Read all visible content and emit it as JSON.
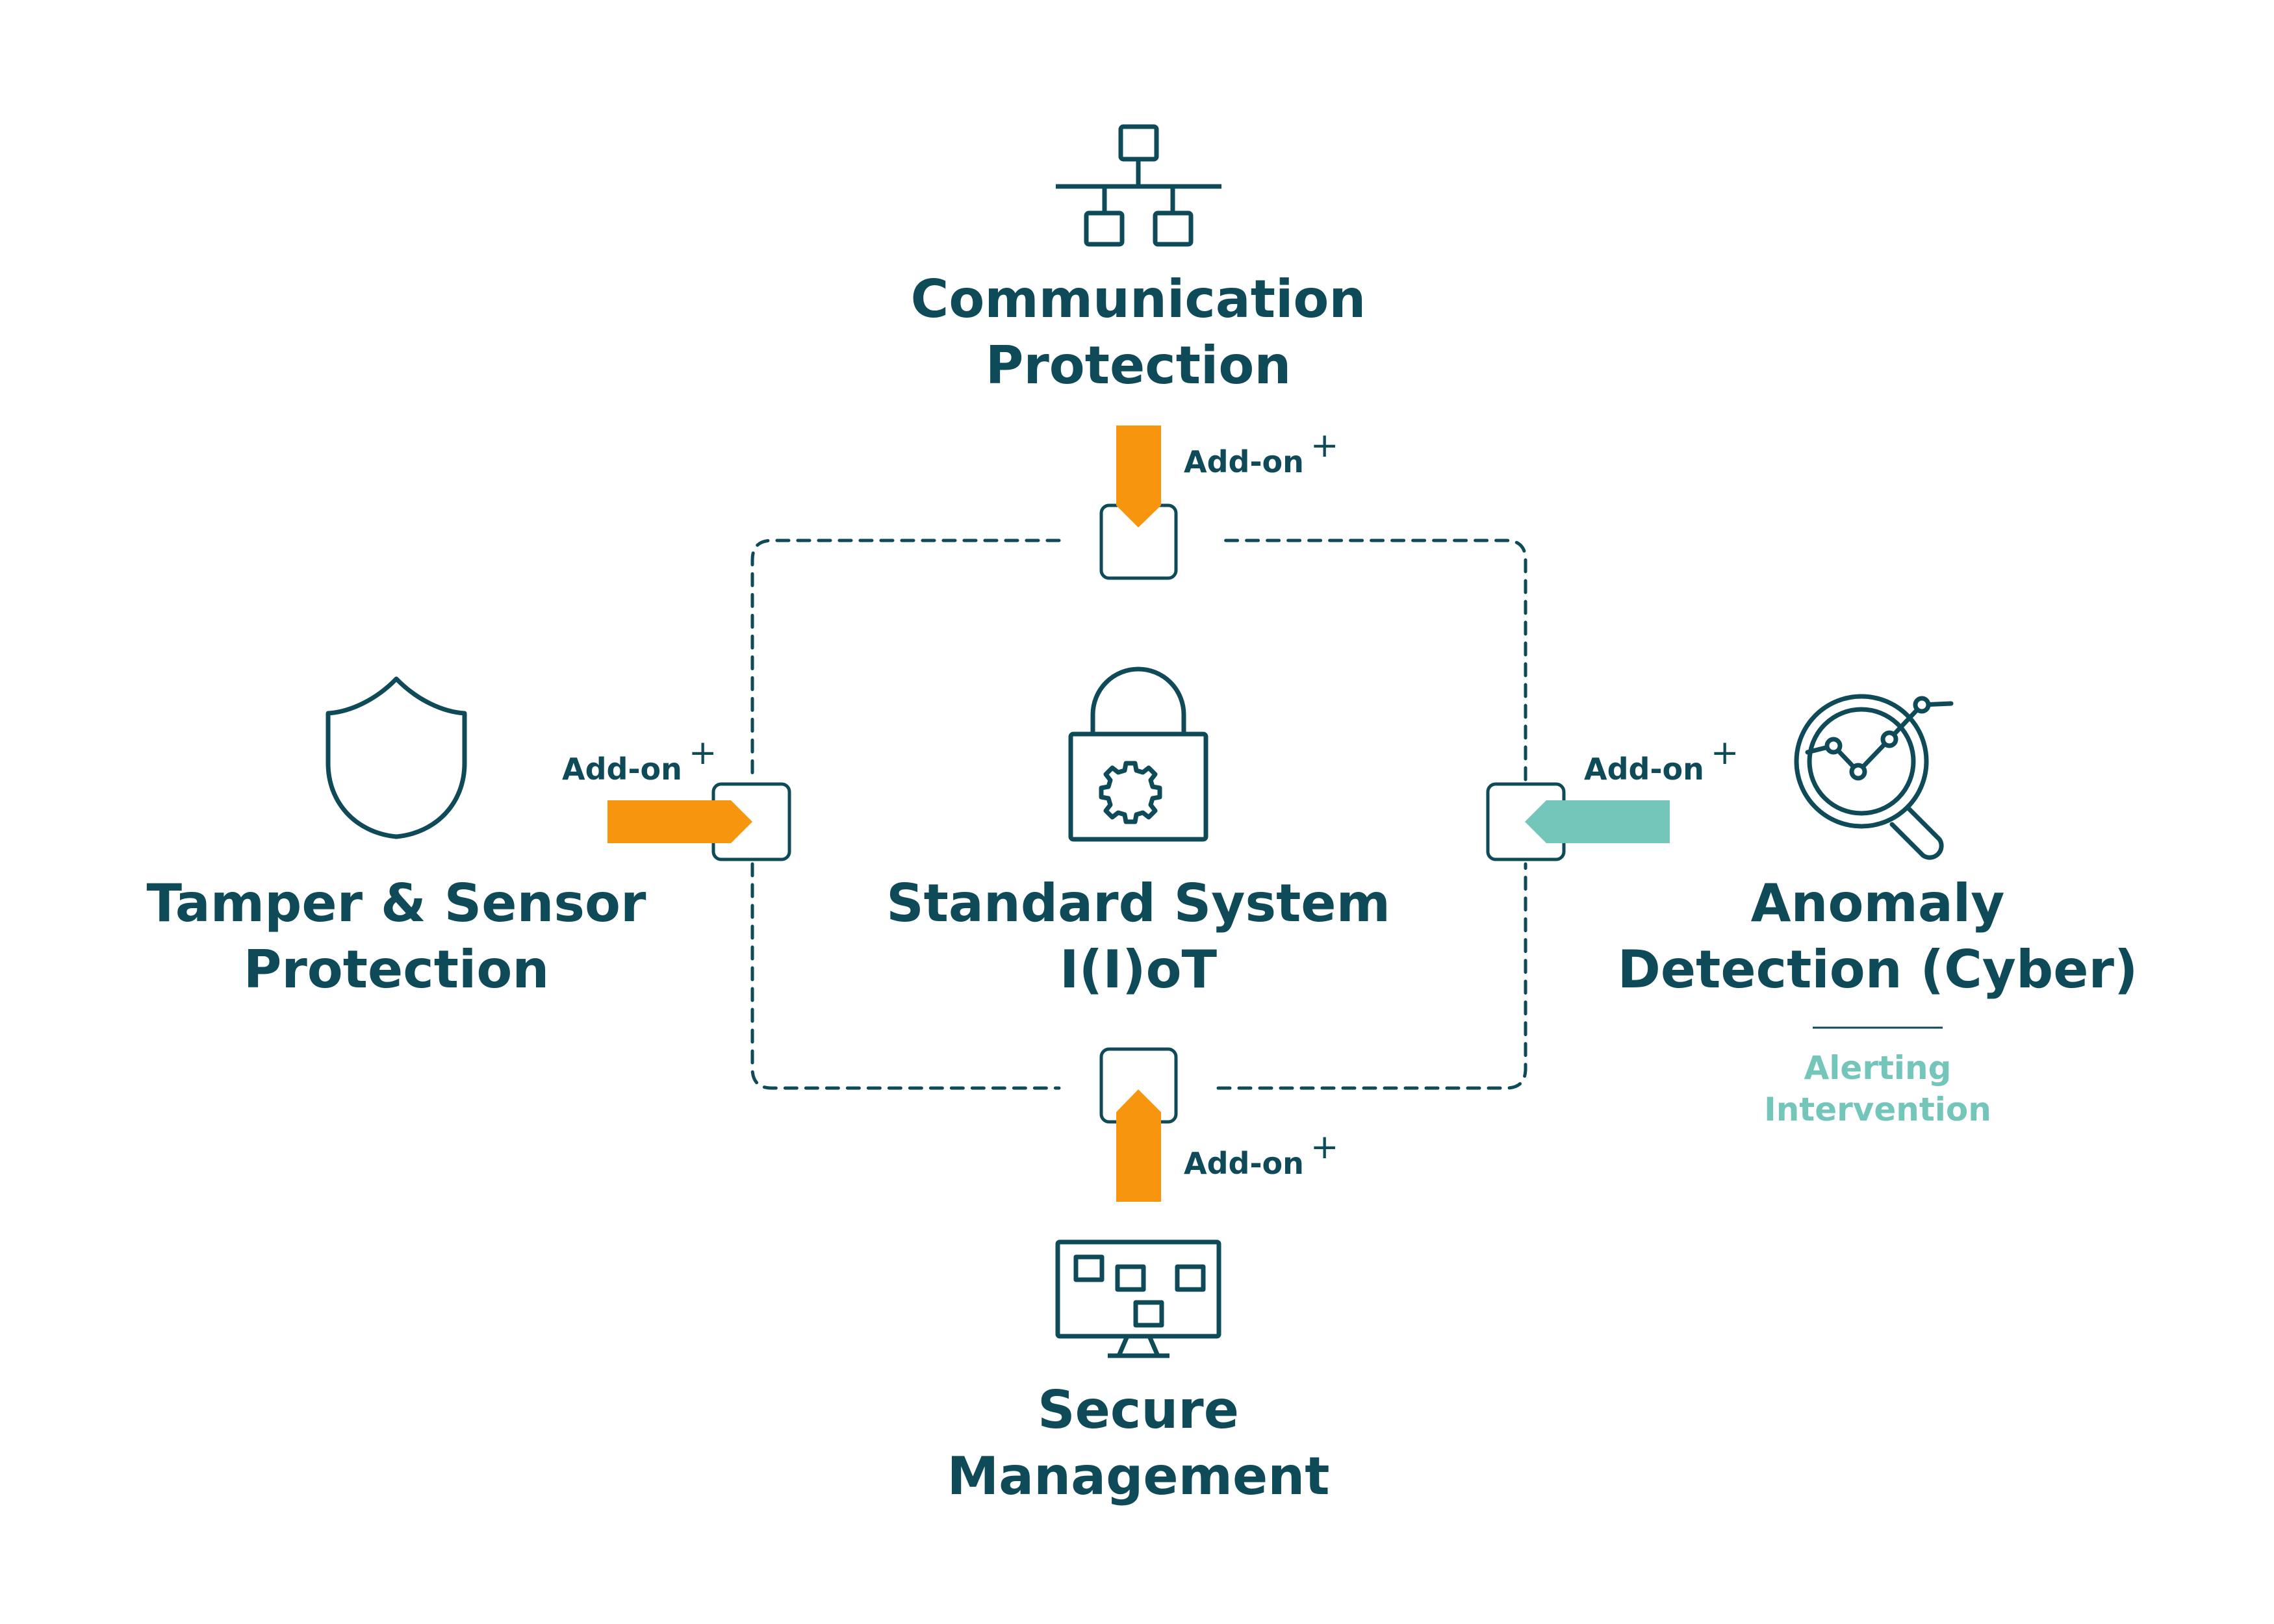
{
  "center": {
    "title_line1": "Standard System",
    "title_line2": "I(I)oT",
    "icon": "padlock-gear-icon"
  },
  "top": {
    "title_line1": "Communication",
    "title_line2": "Protection",
    "addon": "Add-on",
    "plus": "+",
    "icon": "network-hierarchy-icon"
  },
  "left": {
    "title_line1": "Tamper & Sensor",
    "title_line2": "Protection",
    "addon": "Add-on",
    "plus": "+",
    "icon": "shield-icon"
  },
  "right": {
    "title_line1": "Anomaly",
    "title_line2": "Detection (Cyber)",
    "addon": "Add-on",
    "plus": "+",
    "icon": "magnifier-chart-icon",
    "sub_line1": "Alerting",
    "sub_line2": "Intervention"
  },
  "bottom": {
    "title_line1": "Secure",
    "title_line2": "Management",
    "addon": "Add-on",
    "plus": "+",
    "icon": "monitor-dashboard-icon"
  },
  "colors": {
    "primary": "#0e4a57",
    "orange": "#f7950f",
    "teal": "#74c5ba"
  }
}
